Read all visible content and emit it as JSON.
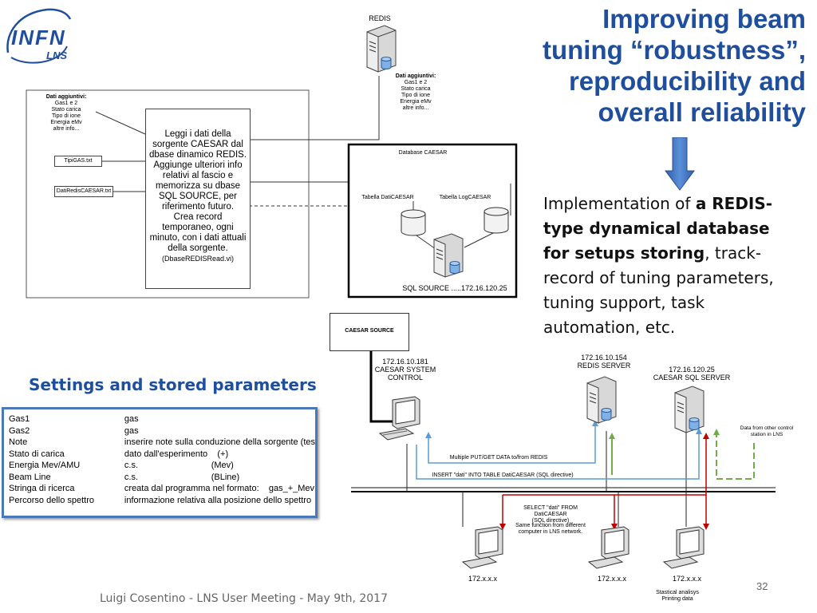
{
  "logo": {
    "text": "INFN",
    "sub": "LNS",
    "color": "#1f4e9c"
  },
  "title": {
    "line1": "Improving beam",
    "line2": "tuning “robustness”,",
    "line3": "reproducibility and",
    "line4": "overall reliability",
    "color": "#1f4e9c"
  },
  "implementation": {
    "p1": "Implementation of ",
    "b1": "a REDIS-type dynamical database for setups storing",
    "p2": ", track-record of tuning parameters, tuning support, task automation, etc."
  },
  "diagram_top": {
    "redis_label": "REDIS",
    "redis_extra": {
      "title": "Dati aggiuntivi:",
      "lines": [
        "Gas1 e 2",
        "Stato carica",
        "Tipo di ione",
        "Energia eMv",
        "altre info..."
      ]
    },
    "left_extra": {
      "title": "Dati aggiuntivi:",
      "lines": [
        "Gas1 e 2",
        "Stato carica",
        "Tipo di ione",
        "Energia eMv",
        "altre info..."
      ]
    },
    "file1": "TipiGAS.txt",
    "file2": "DatiRedisCAESAR.txt",
    "center_text": [
      "Leggi i dati della",
      "sorgente CAESAR dal",
      "dbase dinamico REDIS.",
      "Aggiunge ulteriori info",
      "relativi al fascio e",
      "memorizza su dbase",
      "SQL SOURCE, per",
      "riferimento futuro.",
      "Crea record",
      "temporaneo, ogni",
      "minuto, con i dati attuali",
      "della sorgente."
    ],
    "center_vi": "(DbaseREDISRead.vi)",
    "db_title": "Database CAESAR",
    "table1": "Tabella DatiCAESAR",
    "table2": "Tabella LogCAESAR",
    "sql_label": "SQL SOURCE .....172.16.120.25"
  },
  "section_title": "Settings and stored parameters",
  "params": [
    {
      "k": "Gas1",
      "v": "gas"
    },
    {
      "k": "Gas2",
      "v": "gas"
    },
    {
      "k": "Note",
      "v": "inserire note sulla conduzione della sorgente (tes"
    },
    {
      "k": "Stato di carica",
      "v": "dato dall'esperimento    (+)"
    },
    {
      "k": "Energia Mev/AMU",
      "v": "c.s.                              (Mev)"
    },
    {
      "k": "Beam Line",
      "v": "c.s.                              (BLine)"
    },
    {
      "k": "Stringa di ricerca",
      "v": "creata dal programma nel formato:    gas_+_Mev"
    },
    {
      "k": "Percorso dello spettro",
      "v": "informazione relativa alla posizione dello spettro"
    }
  ],
  "network": {
    "caesar_source": "CAESAR SOURCE",
    "control": [
      "172.16.10.181",
      "CAESAR SYSTEM",
      "CONTROL"
    ],
    "redis_server": [
      "172.16.10.154",
      "REDIS SERVER"
    ],
    "sql_server": [
      "172.16.120.25",
      "CAESAR SQL SERVER"
    ],
    "other_station": "Data from other control station in LNS",
    "arrow1": "Multiple PUT/GET  DATA to/from REDIS",
    "arrow2": "INSERT \"dati\" INTO TABLE DatiCAESAR (SQL directive)",
    "select1": "SELECT \"dati\" FROM DatiCAESAR",
    "select2": "(SQL directive)",
    "same1": "Same function from different",
    "same2": "computer in LNS network.",
    "client_label": "172.x.x.x",
    "stat1": "Stastical analisys",
    "stat2": "Printing data"
  },
  "footer": "Luigi Cosentino - LNS User Meeting -  May 9th, 2017",
  "page_number": "32",
  "colors": {
    "blue_arrow": "#4472c4",
    "red": "#c00000",
    "green": "#70ad47",
    "light_blue": "#5b9bd5"
  }
}
